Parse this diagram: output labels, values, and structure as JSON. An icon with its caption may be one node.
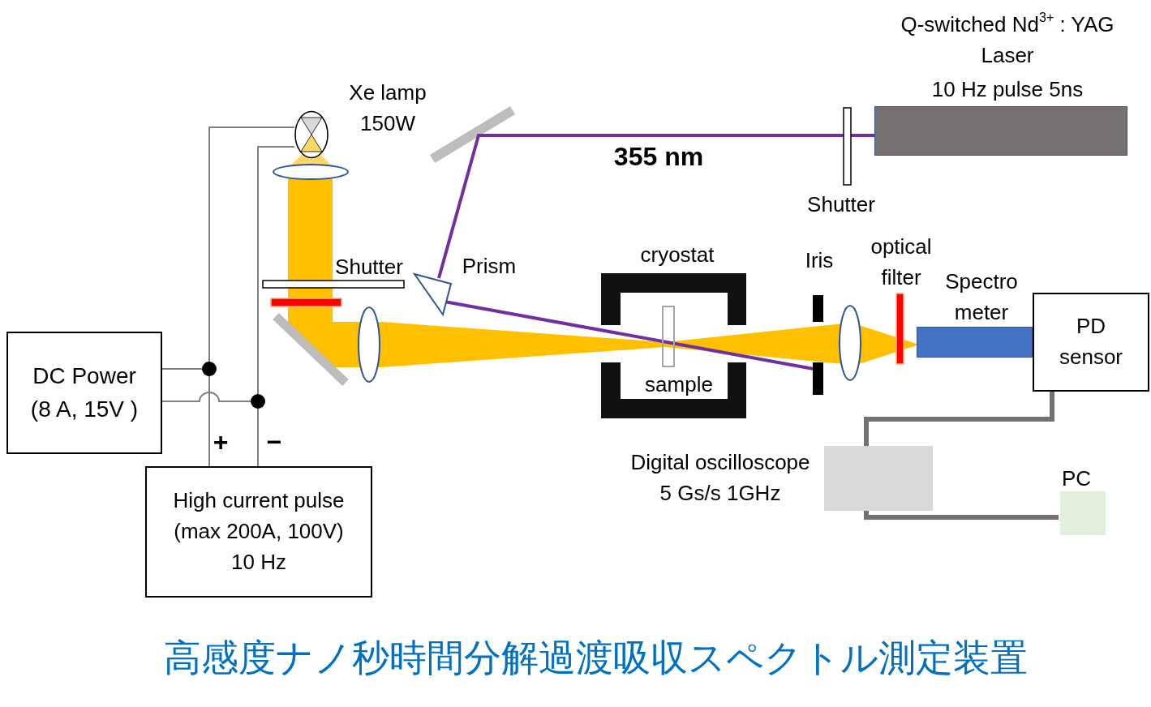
{
  "diagram": {
    "caption": "高感度ナノ秒時間分解過渡吸収スペクトル測定装置",
    "nodes": [
      {
        "text": [
          "Q-switched Nd$^{3+}$ : YAG Laser",
          "10 Hz pulse 5ns"
        ]
      },
      {
        "text": [
          "Xe lamp 150W"
        ]
      },
      {
        "text": [
          "Spectro meter"
        ]
      },
      {
        "text": [
          "PD sensor"
        ]
      },
      {
        "text": [
          "DC Power (8 A, 15V )"
        ]
      },
      {
        "text": [],
        "shape": "circle"
      },
      {
        "text": [],
        "shape": "circle"
      },
      {
        "text": [
          "High current pulse (max 200A, 100V) 10 Hz"
        ]
      },
      {
        "text": [
          "Digital oscilloscope 5 Gs/s 1GHz"
        ]
      },
      {
        "text": [
          "PC"
        ]
      }
    ],
    "edges": [
      {
        "from": 1,
        "to": 5,
        "arrow": "none"
      },
      {
        "from": 4,
        "to": 5,
        "arrow": "none"
      },
      {
        "from": 5,
        "to": 7,
        "arrow": "none"
      },
      {
        "from": 1,
        "to": 6,
        "arrow": "none"
      },
      {
        "from": 4,
        "to": 6,
        "arrow": "none"
      },
      {
        "from": 6,
        "to": 7,
        "arrow": "none"
      },
      {
        "from": 3,
        "to": 8,
        "arrow": "none",
        "style": "thick"
      },
      {
        "from": 8,
        "to": 9,
        "arrow": "none",
        "style": "thick"
      }
    ],
    "labels": [
      "355 nm",
      "Shutter",
      "cryostat",
      "optical filter",
      "Iris",
      "Shutter",
      "Prism",
      "sample",
      "+",
      "−"
    ]
  }
}
